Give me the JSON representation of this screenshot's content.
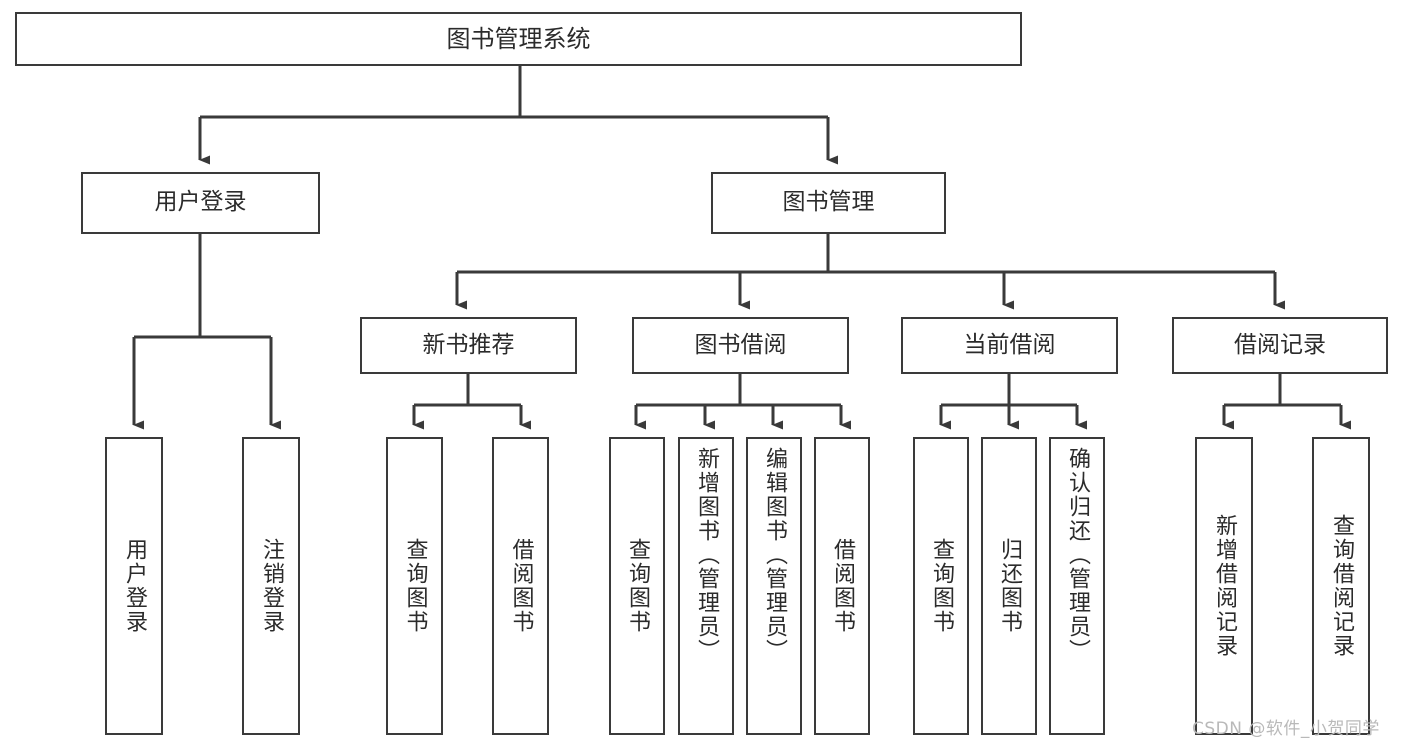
{
  "diagram": {
    "title": "图书管理系统",
    "type": "tree-hierarchy-diagram",
    "background_color": "#ffffff",
    "line_color": "#3a3a3a",
    "text_color": "#2b2b2b",
    "root": {
      "label": "图书管理系统",
      "orientation": "horizontal"
    },
    "level2": [
      {
        "label": "用户登录",
        "orientation": "horizontal"
      },
      {
        "label": "图书管理",
        "orientation": "horizontal"
      }
    ],
    "level3": [
      {
        "label": "新书推荐",
        "orientation": "horizontal"
      },
      {
        "label": "图书借阅",
        "orientation": "horizontal"
      },
      {
        "label": "当前借阅",
        "orientation": "horizontal"
      },
      {
        "label": "借阅记录",
        "orientation": "horizontal"
      }
    ],
    "leaves": {
      "user_login": [
        {
          "label": "用户登录",
          "orientation": "vertical"
        },
        {
          "label": "注销登录",
          "orientation": "vertical"
        }
      ],
      "new_book_recommend": [
        {
          "label": "查询图书",
          "orientation": "vertical"
        },
        {
          "label": "借阅图书",
          "orientation": "vertical"
        }
      ],
      "book_borrow": [
        {
          "label": "查询图书",
          "orientation": "vertical"
        },
        {
          "label": "新增图书（管理员）",
          "orientation": "vertical"
        },
        {
          "label": "编辑图书（管理员）",
          "orientation": "vertical"
        },
        {
          "label": "借阅图书",
          "orientation": "vertical"
        }
      ],
      "current_borrow": [
        {
          "label": "查询图书",
          "orientation": "vertical"
        },
        {
          "label": "归还图书",
          "orientation": "vertical"
        },
        {
          "label": "确认归还（管理员）",
          "orientation": "vertical"
        }
      ],
      "borrow_record": [
        {
          "label": "新增借阅记录",
          "orientation": "vertical"
        },
        {
          "label": "查询借阅记录",
          "orientation": "vertical"
        }
      ]
    }
  },
  "watermark": {
    "text": "CSDN @软件_小贺同学"
  }
}
